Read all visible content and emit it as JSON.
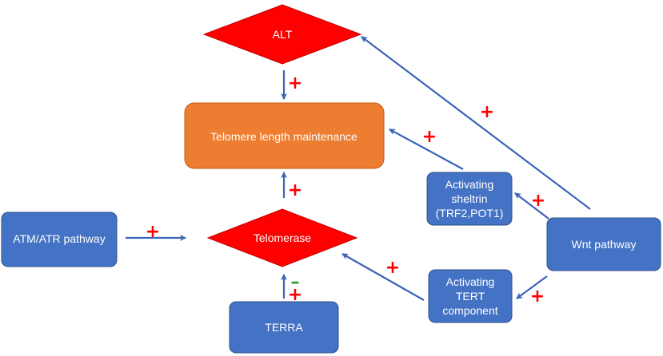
{
  "colors": {
    "box_blue": "#4472c4",
    "box_blue_border": "#2f528f",
    "box_orange": "#ed7d31",
    "diamond_red": "#ff0000",
    "arrow_blue": "#3a64b8",
    "sign_red": "#ff0000",
    "sign_green": "#2e9e2e"
  },
  "nodes": {
    "alt": {
      "label": "ALT"
    },
    "telomere": {
      "label": "Telomere length maintenance"
    },
    "telomerase": {
      "label": "Telomerase"
    },
    "atm_atr": {
      "label": "ATM/ATR pathway"
    },
    "terra": {
      "label": "TERRA"
    },
    "shelterin": {
      "lines": [
        "Activating",
        "sheltrin",
        "(TRF2,POT1)"
      ]
    },
    "tert": {
      "lines": [
        "Activating",
        "TERT",
        "component"
      ]
    },
    "wnt": {
      "label": "Wnt pathway"
    }
  },
  "signs": {
    "alt_to_telomere": "+",
    "telomerase_to_telomere": "+",
    "atm_to_telomerase": "+",
    "terra_minus": "–",
    "terra_plus": "+",
    "tert_to_telomerase": "+",
    "shelterin_to_telomere": "+",
    "wnt_to_shelterin": "+",
    "wnt_to_tert": "+",
    "wnt_to_alt": "+"
  }
}
